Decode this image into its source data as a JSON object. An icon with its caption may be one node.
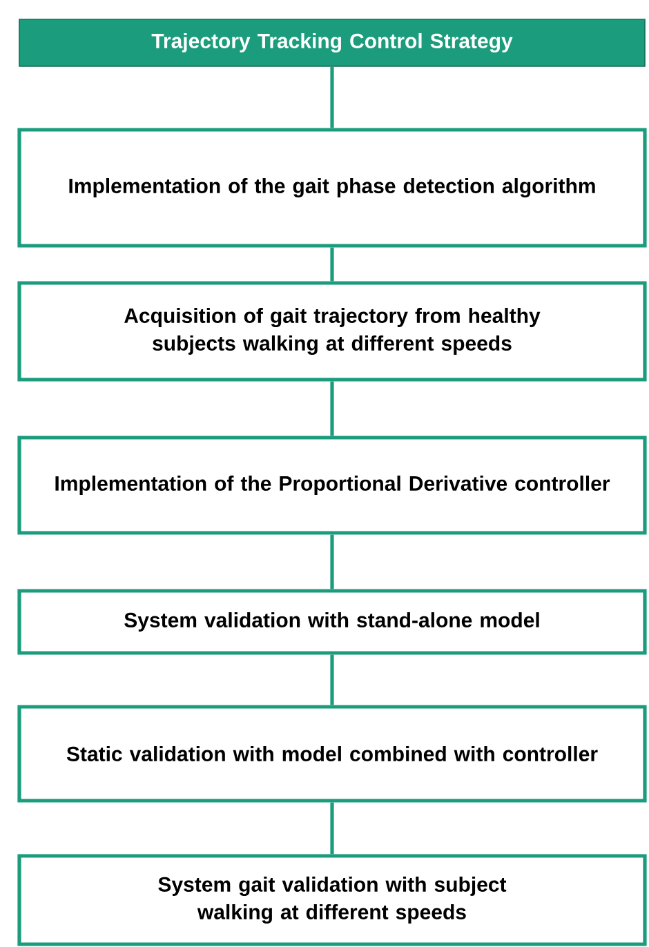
{
  "diagram": {
    "nodes": [
      {
        "text": [
          "Trajectory Tracking Control Strategy"
        ]
      },
      {
        "text": [
          "Implementation of the gait phase detection algorithm"
        ]
      },
      {
        "text": [
          "Acquisition of gait trajectory from healthy subjects walking at different speeds"
        ]
      },
      {
        "text": [
          "Implementation of the Proportional Derivative controller"
        ]
      },
      {
        "text": [
          "System validation with stand-alone model"
        ]
      },
      {
        "text": [
          "Static validation with model combined with controller"
        ]
      },
      {
        "text": [
          "System gait validation with subject walking at different speeds"
        ]
      }
    ],
    "edges": [
      {
        "from": 0,
        "to": 1,
        "arrow": "none"
      },
      {
        "from": 1,
        "to": 2,
        "arrow": "none"
      },
      {
        "from": 2,
        "to": 3,
        "arrow": "none"
      },
      {
        "from": 3,
        "to": 4,
        "arrow": "none"
      },
      {
        "from": 4,
        "to": 5,
        "arrow": "none"
      },
      {
        "from": 5,
        "to": 6,
        "arrow": "none"
      }
    ]
  }
}
